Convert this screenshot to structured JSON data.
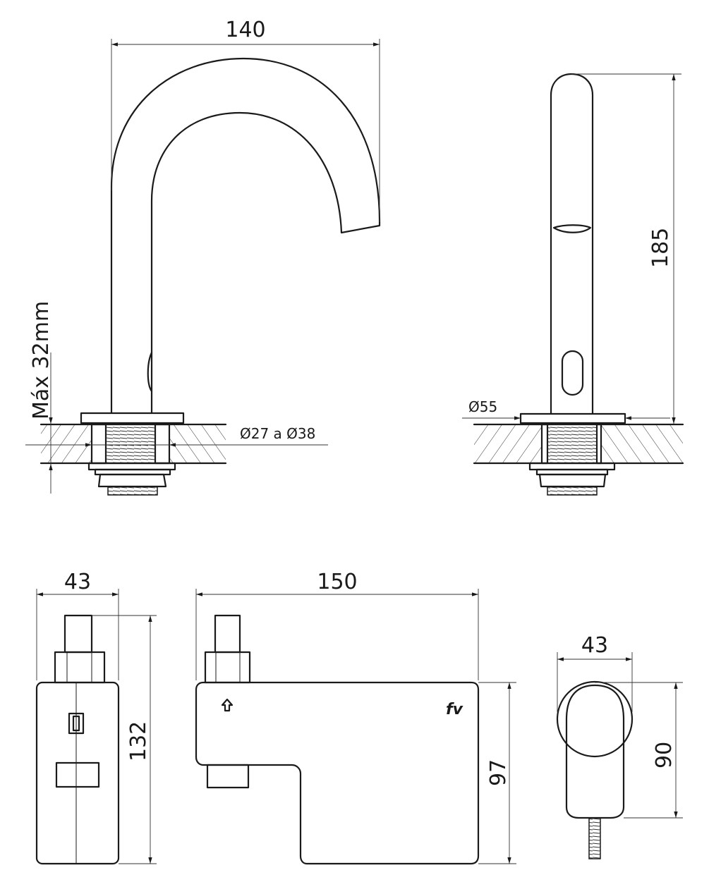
{
  "dimensions": {
    "spout_reach": "140",
    "height": "185",
    "max_thickness": "Máx 32mm",
    "hole_diameter": "Ø27 a Ø38",
    "base_diameter": "Ø55",
    "box_depth": "43",
    "box_width": "150",
    "box_total_height": "132",
    "box_height": "97",
    "adapter_width": "43",
    "adapter_height": "90"
  },
  "logo": "fv"
}
